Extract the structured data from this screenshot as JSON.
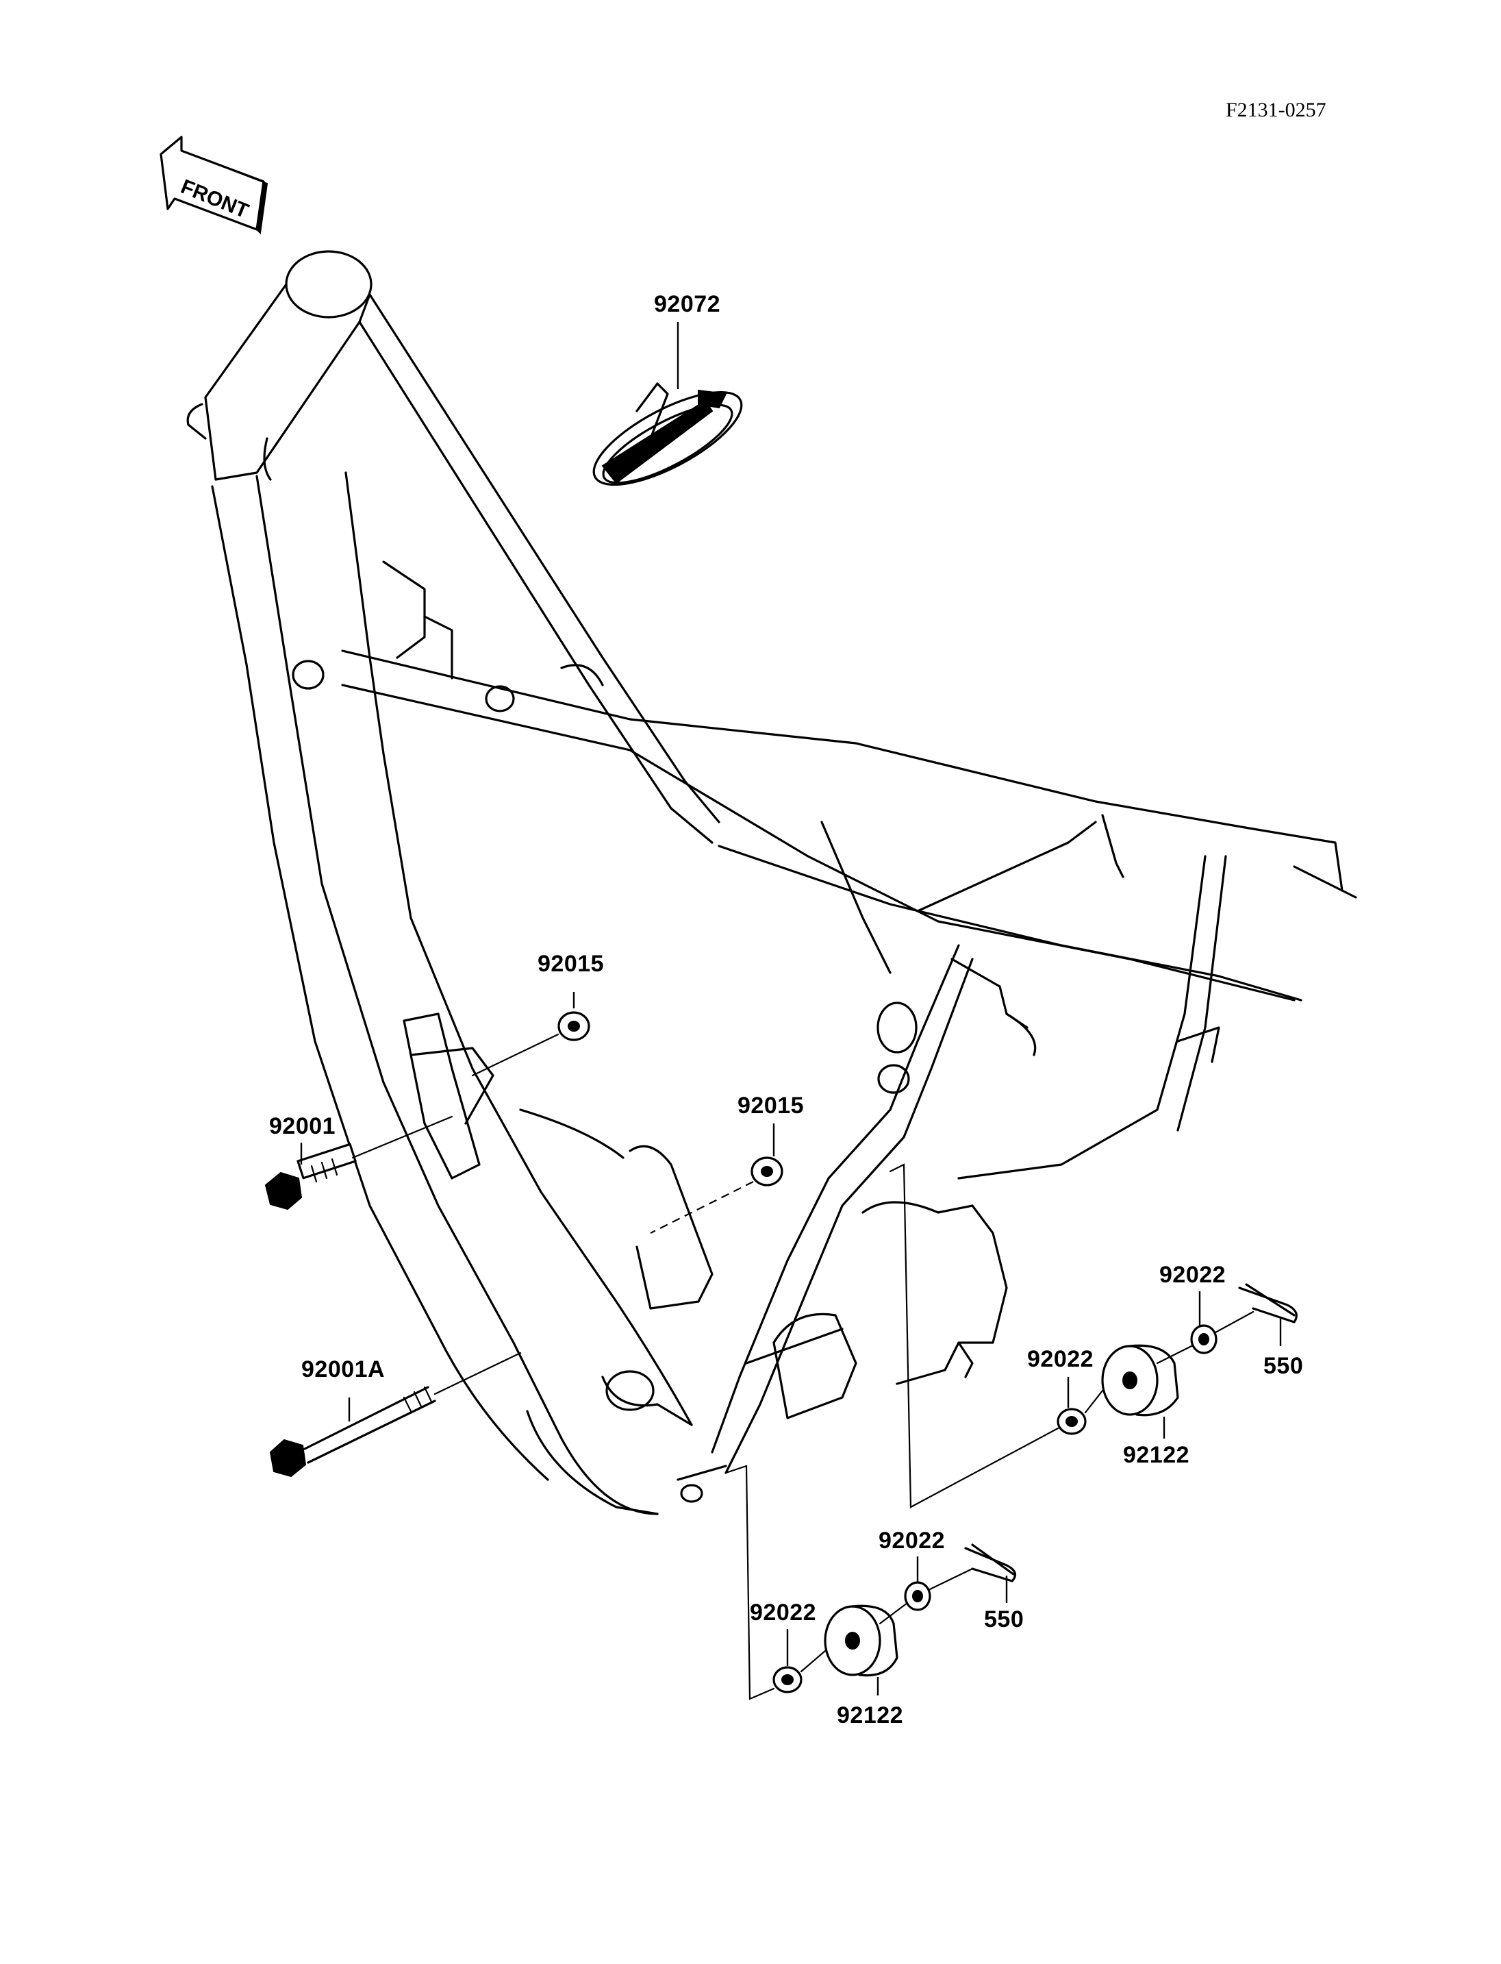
{
  "reference_code": "F2131-0257",
  "front_arrow": {
    "text": "FRONT"
  },
  "parts": {
    "battery_strap": "92072",
    "nut_upper": "92015",
    "nut_middle": "92015",
    "bolt_upper": "92001",
    "bolt_lower": "92001A",
    "washer_right_top": "92022",
    "washer_right_inner": "92022",
    "damper_right": "92122",
    "pin_right": "550",
    "washer_lower_top": "92022",
    "washer_lower_inner": "92022",
    "damper_lower": "92122",
    "pin_lower": "550"
  }
}
